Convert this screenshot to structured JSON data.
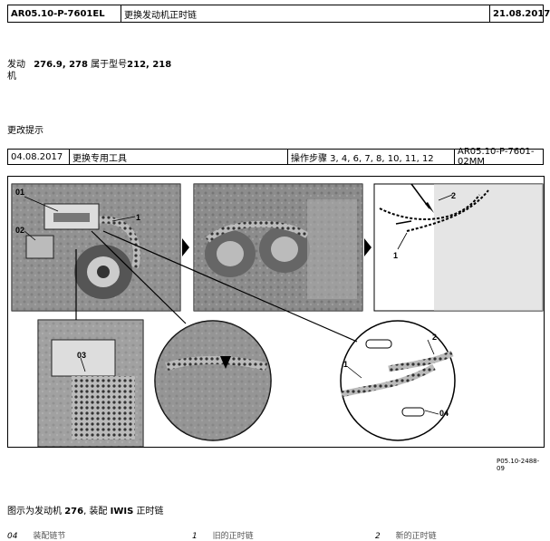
{
  "header": {
    "doc_number": "AR05.10-P-7601EL",
    "title": "更换发动机正时链",
    "date": "21.08.2017"
  },
  "engine": {
    "label": "发动机",
    "numbers": "276.9, 278",
    "suffix": "属于型号",
    "models": "212, 218"
  },
  "change_notes": {
    "heading": "更改提示",
    "row": {
      "date": "04.08.2017",
      "description": "更换专用工具",
      "steps": "操作步骤 3, 4, 6, 7, 8, 10, 11, 12",
      "reference": "AR05.10-P-7601-02MM"
    }
  },
  "figure": {
    "callouts": [
      "01",
      "02",
      "1",
      "03",
      "2",
      "1",
      "2",
      "1",
      "04"
    ],
    "reference_code": "P05.10-2488-09"
  },
  "caption": {
    "prefix": "图示为发动机",
    "engine": "276",
    "middle": ", 装配",
    "system": "IWIS",
    "suffix": "正时链"
  },
  "legend": [
    {
      "num": "04",
      "text": "装配链节"
    },
    {
      "num": "1",
      "text": "旧的正时链"
    },
    {
      "num": "2",
      "text": "新的正时链"
    }
  ]
}
